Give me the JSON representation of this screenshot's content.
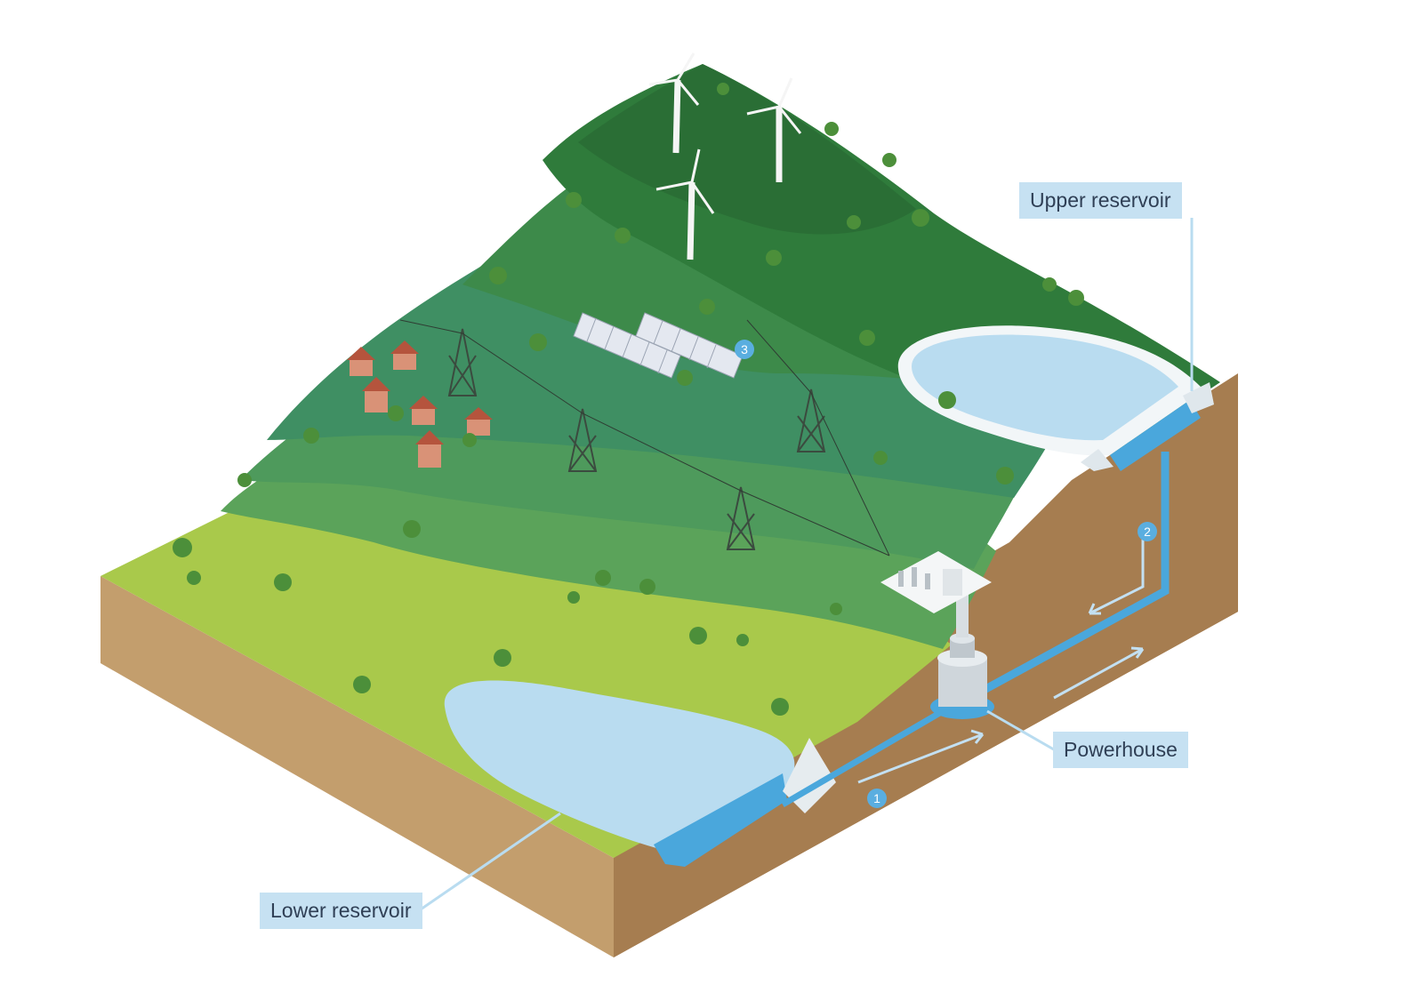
{
  "labels": {
    "upper_reservoir": "Upper reservoir",
    "powerhouse": "Powerhouse",
    "lower_reservoir": "Lower reservoir"
  },
  "markers": {
    "one": "1",
    "two": "2",
    "three": "3"
  },
  "colors": {
    "soil": "#c19b6c",
    "soil_side": "#a67d52",
    "meadow": "#a8c84a",
    "forest_dark": "#2f7a3a",
    "forest_mid": "#3f8f49",
    "forest_teal": "#3a8f6b",
    "water": "#b9dcf0",
    "water_deep": "#4aa7dc",
    "label_bg": "#c6e1f2",
    "marker": "#5aaee0"
  }
}
